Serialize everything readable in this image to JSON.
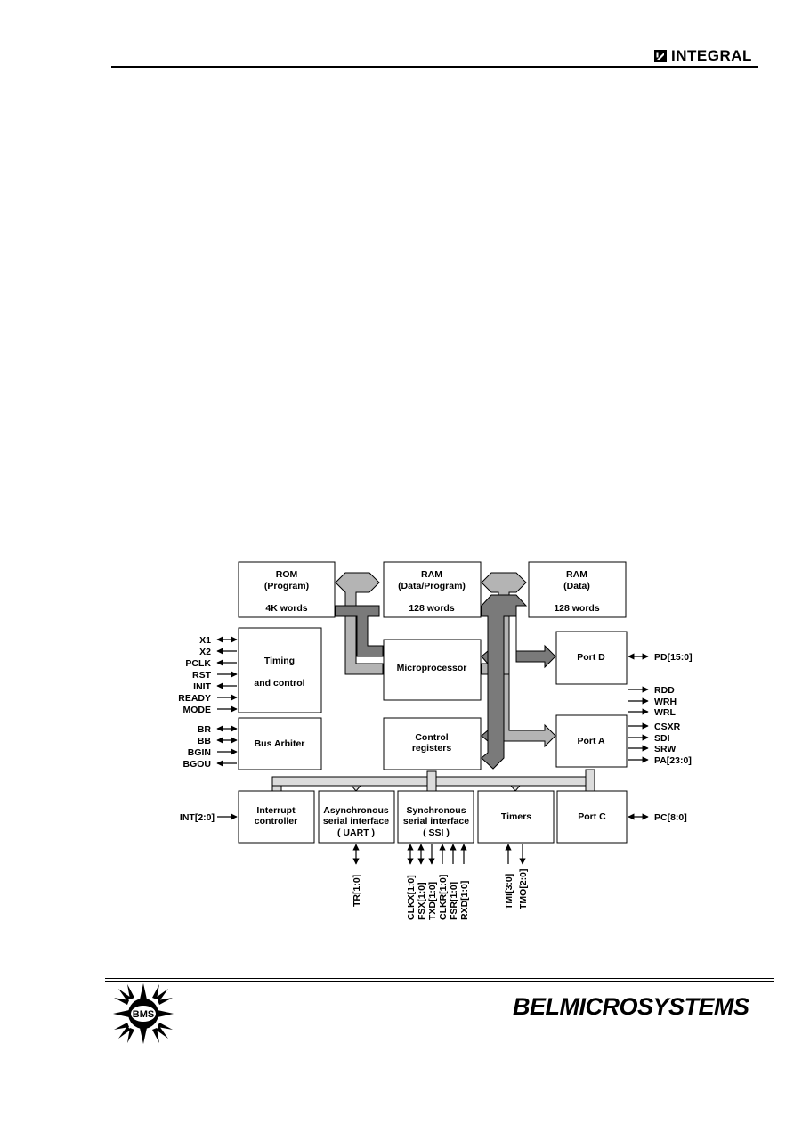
{
  "header": {
    "brand": "INTEGRAL",
    "brand_icon": "integral-logo-icon"
  },
  "diagram": {
    "rom": {
      "title": "ROM",
      "subtitle": "(Program)",
      "size": "4K words"
    },
    "ram1": {
      "title": "RAM",
      "subtitle": "(Data/Program)",
      "size": "128 words"
    },
    "ram2": {
      "title": "RAM",
      "subtitle": "(Data)",
      "size": "128 words"
    },
    "timing": {
      "line1": "Timing",
      "line2": "and control"
    },
    "bus_arbiter": "Bus Arbiter",
    "microprocessor": "Microprocessor",
    "control_registers": {
      "line1": "Control",
      "line2": "registers"
    },
    "port_d": "Port D",
    "port_a": "Port A",
    "port_c": "Port C",
    "interrupt": {
      "line1": "Interrupt",
      "line2": "controller"
    },
    "uart": {
      "line1": "Asynchronous",
      "line2": "serial interface",
      "line3": "( UART )"
    },
    "ssi": {
      "line1": "Synchronous",
      "line2": "serial interface",
      "line3": "( SSI )"
    },
    "timers": "Timers",
    "timing_signals": [
      "X1",
      "X2",
      "PCLK",
      "RST",
      "INIT",
      "READY",
      "MODE"
    ],
    "arbiter_signals": [
      "BR",
      "BB",
      "BGIN",
      "BGOU"
    ],
    "int_signal": "INT[2:0]",
    "pd_signal": "PD[15:0]",
    "portd_extra_signals": [
      "RDD",
      "WRH",
      "WRL"
    ],
    "porta_signals": [
      "CSXR",
      "SDI",
      "SRW",
      "PA[23:0]"
    ],
    "pc_signal": "PC[8:0]",
    "uart_signal": "TR[1:0]",
    "ssi_signals": [
      "CLKX[1:0]",
      "FSX[1:0]",
      "TXD[1:0]",
      "CLKR[1:0]",
      "FSR[1:0]",
      "RXD[1:0]"
    ],
    "timer_signals": [
      "TMI[3:0]",
      "TMO[2:0]"
    ],
    "colors": {
      "bus_light": "#b4b4b4",
      "bus_dark": "#777777",
      "bus_pale": "#dcdcdc"
    }
  },
  "footer": {
    "logo_text": "BMS",
    "logo_icon": "bms-sunburst-logo-icon",
    "company": "BELMICROSYSTEMS"
  }
}
